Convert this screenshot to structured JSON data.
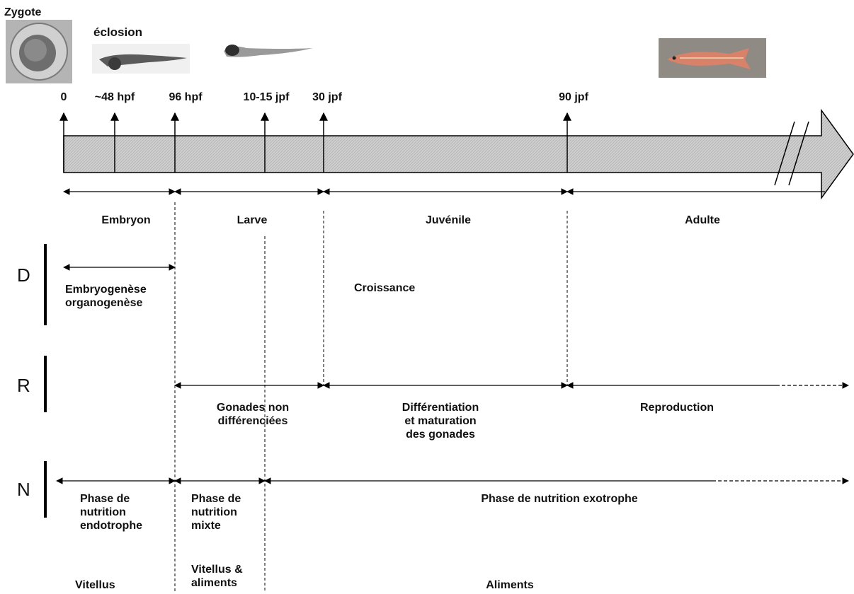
{
  "top_labels": {
    "zygote": "Zygote",
    "eclosion": "éclosion"
  },
  "timepoints": [
    "0",
    "~48 hpf",
    "96 hpf",
    "10-15 jpf",
    "30 jpf",
    "90 jpf"
  ],
  "stages": [
    "Embryon",
    "Larve",
    "Juvénile",
    "Adulte"
  ],
  "rows": {
    "d": "D",
    "r": "R",
    "n": "N"
  },
  "development": {
    "embryogenesis": "Embryogenèse\norganogenèse",
    "growth": "Croissance"
  },
  "reproduction": {
    "undifferentiated": "Gonades non\ndifférenciées",
    "differentiation": "Différentiation\net maturation\ndes gonades",
    "reproduction": "Reproduction"
  },
  "nutrition": {
    "endotrophic": "Phase de\nnutrition\nendotrophe",
    "mixed": "Phase de\nnutrition\nmixte",
    "exotrophic": "Phase de nutrition exotrophe"
  },
  "food": {
    "vitellus": "Vitellus",
    "mixed": "Vitellus &\naliments",
    "aliments": "Aliments"
  },
  "colors": {
    "arrow_fill": "#c8c8c8",
    "fish_body": "#d8826a",
    "photo_bg": "#8f8a83"
  }
}
